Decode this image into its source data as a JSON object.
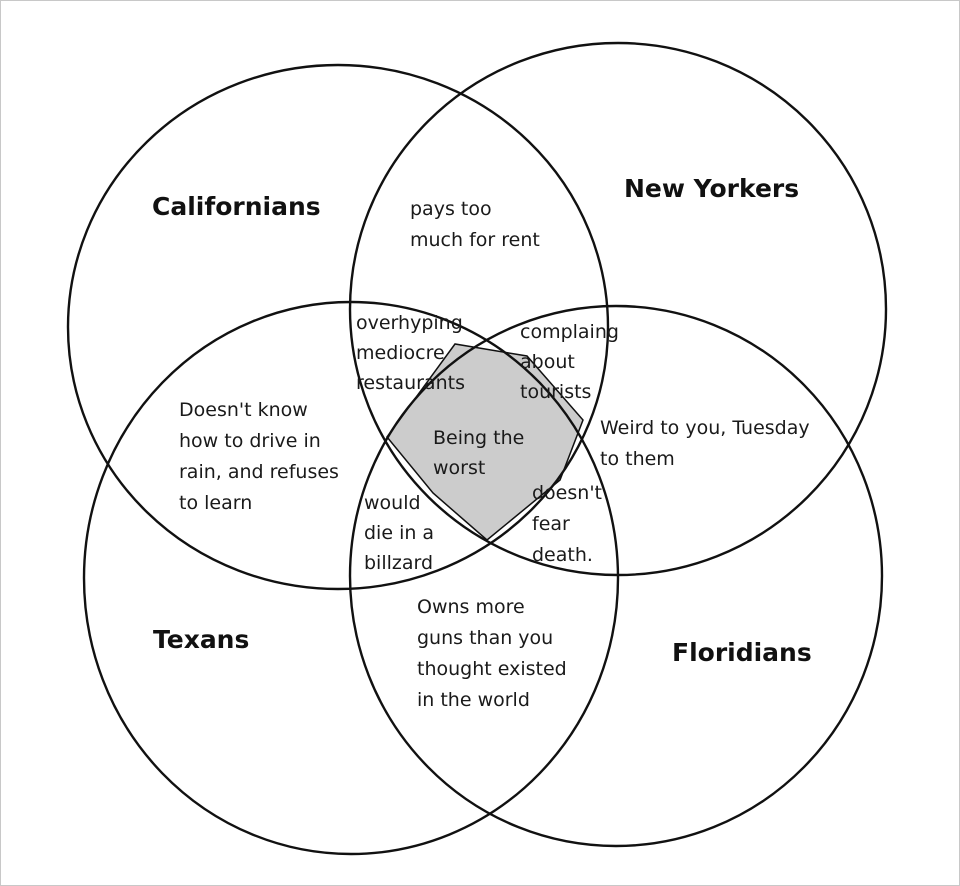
{
  "sets": {
    "californians": "Californians",
    "new_yorkers": "New Yorkers",
    "texans": "Texans",
    "floridians": "Floridians"
  },
  "regions": {
    "ca_ny": [
      "pays too",
      "much for rent"
    ],
    "ca_tx": [
      "Doesn't know",
      "how to drive in",
      "rain, and refuses",
      "to learn"
    ],
    "ny_fl": [
      "Weird to you, Tuesday",
      "to them"
    ],
    "tx_fl": [
      "Owns more",
      "guns than you",
      "thought existed",
      "in the world"
    ],
    "ca_ny_tx": [
      "overhyping",
      "mediocre",
      "restaurants"
    ],
    "ca_ny_fl": [
      "complaing",
      "about",
      "tourists"
    ],
    "ca_tx_fl": [
      "would",
      "die in a",
      "billzard"
    ],
    "ny_tx_fl": [
      "doesn't",
      "fear",
      "death."
    ],
    "all": [
      "Being the",
      "worst"
    ]
  },
  "colors": {
    "stroke": "#111111",
    "center_fill": "#cccccc",
    "background": "#ffffff"
  }
}
